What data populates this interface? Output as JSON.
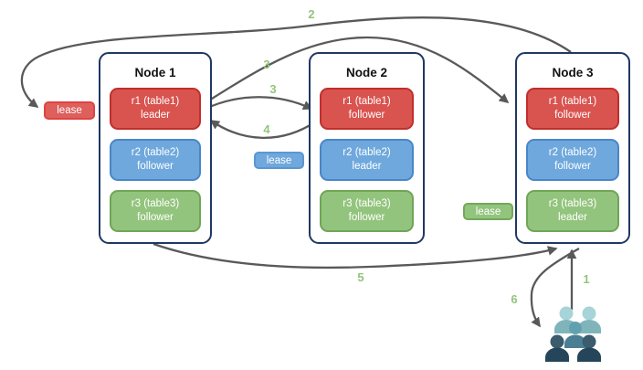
{
  "nodes": [
    {
      "title": "Node 1",
      "replicas": [
        {
          "name": "r1 (table1)",
          "role": "leader"
        },
        {
          "name": "r2 (table2)",
          "role": "follower"
        },
        {
          "name": "r3 (table3)",
          "role": "follower"
        }
      ]
    },
    {
      "title": "Node 2",
      "replicas": [
        {
          "name": "r1 (table1)",
          "role": "follower"
        },
        {
          "name": "r2 (table2)",
          "role": "leader"
        },
        {
          "name": "r3 (table3)",
          "role": "follower"
        }
      ]
    },
    {
      "title": "Node 3",
      "replicas": [
        {
          "name": "r1 (table1)",
          "role": "follower"
        },
        {
          "name": "r2 (table2)",
          "role": "follower"
        },
        {
          "name": "r3 (table3)",
          "role": "leader"
        }
      ]
    }
  ],
  "leases": {
    "red_label": "lease",
    "blue_label": "lease",
    "green_label": "lease"
  },
  "steps": {
    "s1": "1",
    "s2": "2",
    "s3_upper": "3",
    "s3_lower": "3",
    "s4": "4",
    "s5": "5",
    "s6": "6"
  },
  "colors": {
    "replica_red": "#d9534f",
    "replica_blue": "#6fa8dc",
    "replica_green": "#93c47d",
    "node_border": "#1f3864",
    "arrow": "#595959",
    "step_label": "#93c47d"
  },
  "icons": {
    "clients": "clients-group-icon"
  }
}
